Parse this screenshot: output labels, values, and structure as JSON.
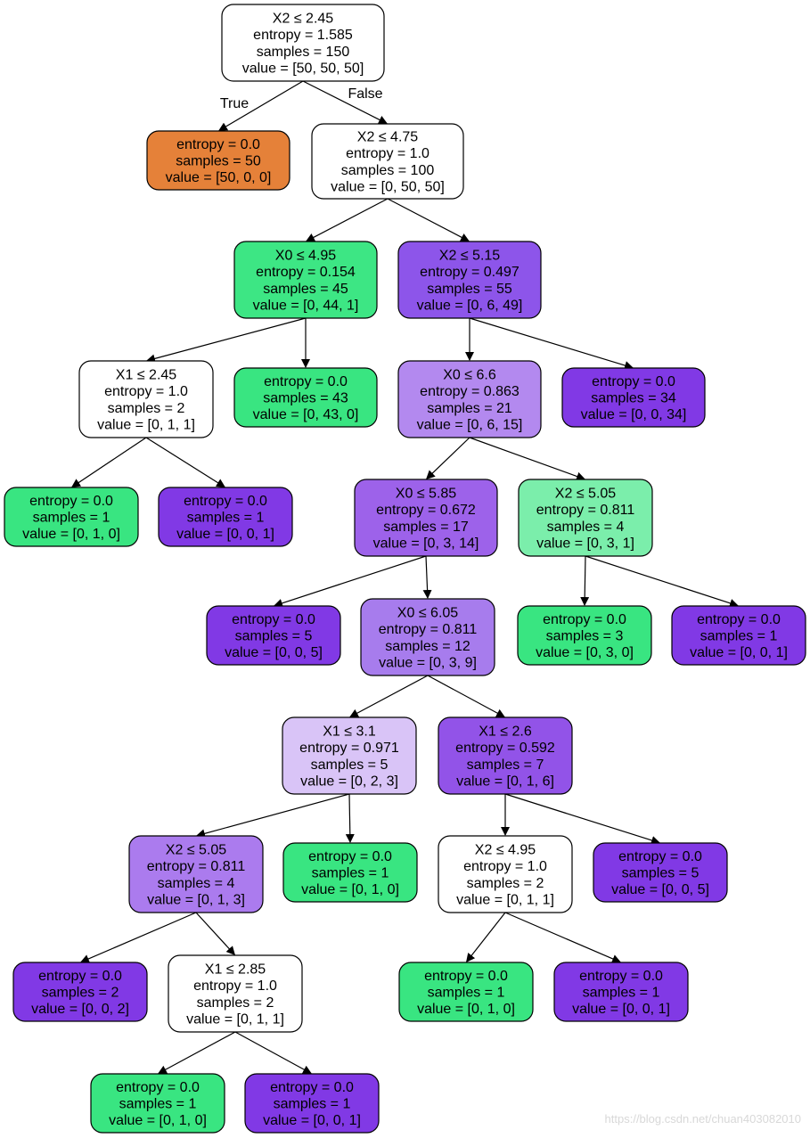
{
  "nodes": [
    {
      "id": "n0",
      "fill": "#ffffff",
      "lines": [
        "X2 ≤ 2.45",
        "entropy = 1.585",
        "samples = 150",
        "value = [50, 50, 50]"
      ]
    },
    {
      "id": "n1",
      "fill": "#e58139",
      "lines": [
        "entropy = 0.0",
        "samples = 50",
        "value = [50, 0, 0]"
      ]
    },
    {
      "id": "n2",
      "fill": "#ffffff",
      "lines": [
        "X2 ≤ 4.75",
        "entropy = 1.0",
        "samples = 100",
        "value = [0, 50, 50]"
      ]
    },
    {
      "id": "n3",
      "fill": "#3de684",
      "lines": [
        "X0 ≤ 4.95",
        "entropy = 0.154",
        "samples = 45",
        "value = [0, 44, 1]"
      ]
    },
    {
      "id": "n4",
      "fill": "#8d55ea",
      "lines": [
        "X2 ≤ 5.15",
        "entropy = 0.497",
        "samples = 55",
        "value = [0, 6, 49]"
      ]
    },
    {
      "id": "n5",
      "fill": "#ffffff",
      "lines": [
        "X1 ≤ 2.45",
        "entropy = 1.0",
        "samples = 2",
        "value = [0, 1, 1]"
      ]
    },
    {
      "id": "n6",
      "fill": "#39e581",
      "lines": [
        "entropy = 0.0",
        "samples = 43",
        "value = [0, 43, 0]"
      ]
    },
    {
      "id": "n7",
      "fill": "#b389ef",
      "lines": [
        "X0 ≤ 6.6",
        "entropy = 0.863",
        "samples = 21",
        "value = [0, 6, 15]"
      ]
    },
    {
      "id": "n8",
      "fill": "#8139e5",
      "lines": [
        "entropy = 0.0",
        "samples = 34",
        "value = [0, 0, 34]"
      ]
    },
    {
      "id": "n9",
      "fill": "#39e581",
      "lines": [
        "entropy = 0.0",
        "samples = 1",
        "value = [0, 1, 0]"
      ]
    },
    {
      "id": "n10",
      "fill": "#8139e5",
      "lines": [
        "entropy = 0.0",
        "samples = 1",
        "value = [0, 0, 1]"
      ]
    },
    {
      "id": "n11",
      "fill": "#9d62ea",
      "lines": [
        "X0 ≤ 5.85",
        "entropy = 0.672",
        "samples = 17",
        "value = [0, 3, 14]"
      ]
    },
    {
      "id": "n12",
      "fill": "#7beeab",
      "lines": [
        "X2 ≤ 5.05",
        "entropy = 0.811",
        "samples = 4",
        "value = [0, 3, 1]"
      ]
    },
    {
      "id": "n13",
      "fill": "#8139e5",
      "lines": [
        "entropy = 0.0",
        "samples = 5",
        "value = [0, 0, 5]"
      ]
    },
    {
      "id": "n14",
      "fill": "#a77ced",
      "lines": [
        "X0 ≤ 6.05",
        "entropy = 0.811",
        "samples = 12",
        "value = [0, 3, 9]"
      ]
    },
    {
      "id": "n15",
      "fill": "#39e581",
      "lines": [
        "entropy = 0.0",
        "samples = 3",
        "value = [0, 3, 0]"
      ]
    },
    {
      "id": "n16",
      "fill": "#8139e5",
      "lines": [
        "entropy = 0.0",
        "samples = 1",
        "value = [0, 0, 1]"
      ]
    },
    {
      "id": "n17",
      "fill": "#d9c4f7",
      "lines": [
        "X1 ≤ 3.1",
        "entropy = 0.971",
        "samples = 5",
        "value = [0, 2, 3]"
      ]
    },
    {
      "id": "n18",
      "fill": "#9253e8",
      "lines": [
        "X1 ≤ 2.6",
        "entropy = 0.592",
        "samples = 7",
        "value = [0, 1, 6]"
      ]
    },
    {
      "id": "n19",
      "fill": "#ab7bee",
      "lines": [
        "X2 ≤ 5.05",
        "entropy = 0.811",
        "samples = 4",
        "value = [0, 1, 3]"
      ]
    },
    {
      "id": "n20",
      "fill": "#39e581",
      "lines": [
        "entropy = 0.0",
        "samples = 1",
        "value = [0, 1, 0]"
      ]
    },
    {
      "id": "n21",
      "fill": "#ffffff",
      "lines": [
        "X2 ≤ 4.95",
        "entropy = 1.0",
        "samples = 2",
        "value = [0, 1, 1]"
      ]
    },
    {
      "id": "n22",
      "fill": "#8139e5",
      "lines": [
        "entropy = 0.0",
        "samples = 5",
        "value = [0, 0, 5]"
      ]
    },
    {
      "id": "n23",
      "fill": "#8139e5",
      "lines": [
        "entropy = 0.0",
        "samples = 2",
        "value = [0, 0, 2]"
      ]
    },
    {
      "id": "n24",
      "fill": "#ffffff",
      "lines": [
        "X1 ≤ 2.85",
        "entropy = 1.0",
        "samples = 2",
        "value = [0, 1, 1]"
      ]
    },
    {
      "id": "n25",
      "fill": "#39e581",
      "lines": [
        "entropy = 0.0",
        "samples = 1",
        "value = [0, 1, 0]"
      ]
    },
    {
      "id": "n26",
      "fill": "#8139e5",
      "lines": [
        "entropy = 0.0",
        "samples = 1",
        "value = [0, 0, 1]"
      ]
    },
    {
      "id": "n27",
      "fill": "#39e581",
      "lines": [
        "entropy = 0.0",
        "samples = 1",
        "value = [0, 1, 0]"
      ]
    },
    {
      "id": "n28",
      "fill": "#8139e5",
      "lines": [
        "entropy = 0.0",
        "samples = 1",
        "value = [0, 0, 1]"
      ]
    }
  ],
  "edges": [
    {
      "from": "n0",
      "to": "n1",
      "label": "True"
    },
    {
      "from": "n0",
      "to": "n2",
      "label": "False"
    },
    {
      "from": "n2",
      "to": "n3"
    },
    {
      "from": "n2",
      "to": "n4"
    },
    {
      "from": "n3",
      "to": "n5"
    },
    {
      "from": "n3",
      "to": "n6"
    },
    {
      "from": "n4",
      "to": "n7"
    },
    {
      "from": "n4",
      "to": "n8"
    },
    {
      "from": "n5",
      "to": "n9"
    },
    {
      "from": "n5",
      "to": "n10"
    },
    {
      "from": "n7",
      "to": "n11"
    },
    {
      "from": "n7",
      "to": "n12"
    },
    {
      "from": "n11",
      "to": "n13"
    },
    {
      "from": "n11",
      "to": "n14"
    },
    {
      "from": "n12",
      "to": "n15"
    },
    {
      "from": "n12",
      "to": "n16"
    },
    {
      "from": "n14",
      "to": "n17"
    },
    {
      "from": "n14",
      "to": "n18"
    },
    {
      "from": "n17",
      "to": "n19"
    },
    {
      "from": "n17",
      "to": "n20"
    },
    {
      "from": "n18",
      "to": "n21"
    },
    {
      "from": "n18",
      "to": "n22"
    },
    {
      "from": "n19",
      "to": "n23"
    },
    {
      "from": "n19",
      "to": "n24"
    },
    {
      "from": "n21",
      "to": "n27"
    },
    {
      "from": "n21",
      "to": "n28"
    },
    {
      "from": "n24",
      "to": "n25"
    },
    {
      "from": "n24",
      "to": "n26"
    }
  ],
  "watermark": "https://blog.csdn.net/chuan403082010"
}
